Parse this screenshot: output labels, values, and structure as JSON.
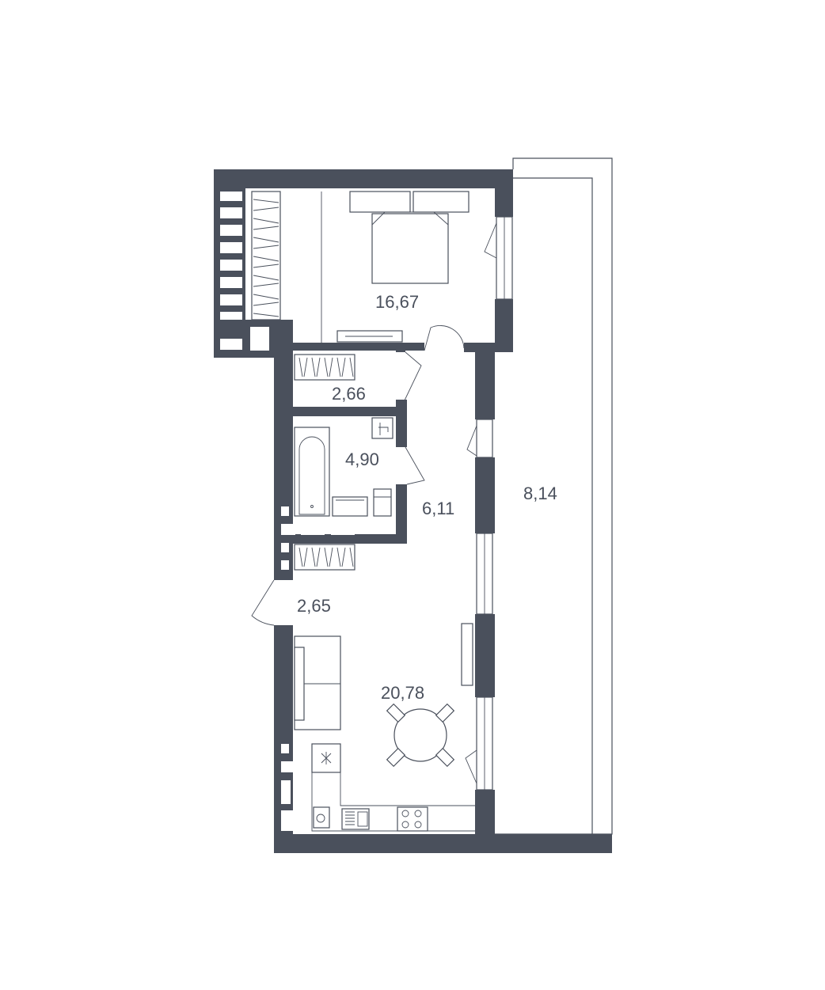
{
  "rooms": [
    {
      "id": "bedroom",
      "area": "16,67"
    },
    {
      "id": "storage",
      "area": "2,66"
    },
    {
      "id": "bathroom",
      "area": "4,90"
    },
    {
      "id": "hallway",
      "area": "6,11"
    },
    {
      "id": "entrance",
      "area": "2,65"
    },
    {
      "id": "living-kitchen",
      "area": "20,78"
    },
    {
      "id": "balcony",
      "area": "8,14"
    }
  ],
  "colors": {
    "wall": "#4a505c",
    "background": "#ffffff"
  }
}
